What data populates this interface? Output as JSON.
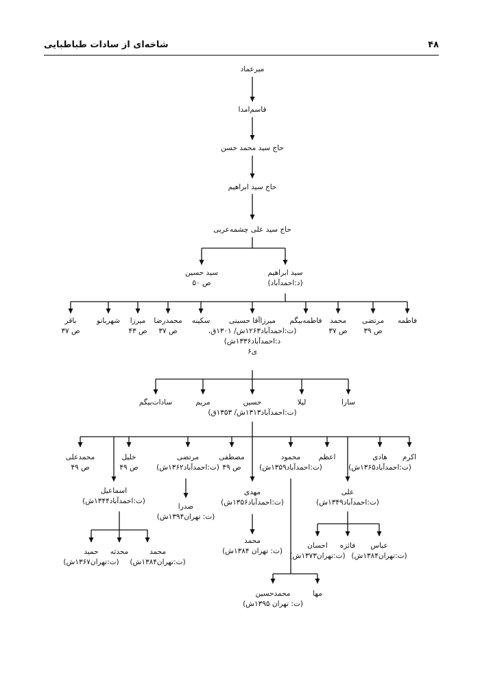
{
  "header": {
    "page_number": "۴۸",
    "title": "شاخه‌ای از سادات طباطبایی"
  },
  "nodes": {
    "mir_emad": {
      "name": "میرعماد"
    },
    "qasem": {
      "name": "قاسم‌امدا"
    },
    "haj_mohammad_hasan": {
      "name": "حاج سید محمد حسن"
    },
    "haj_ebrahim": {
      "name": "حاج سید ابراهیم"
    },
    "haj_ali": {
      "name": "حاج سید علی چشمه‌عربی"
    },
    "seyyed_ebrahim": {
      "name": "سید ابراهیم",
      "detail": "(د:احمدآباد)"
    },
    "seyyed_hosein": {
      "name": "سید حسین",
      "detail": "ص ۵۰"
    },
    "fatemeh": {
      "name": "فاطمه"
    },
    "morteza": {
      "name": "مرتضی",
      "detail": "ص ۳۹"
    },
    "mohammad_g3": {
      "name": "محمد",
      "detail": "ص ۳۷"
    },
    "fatemeh_beygom": {
      "name": "فاطمه‌بیگم"
    },
    "mirza_agha": {
      "name": "میرزاآقا حسینی",
      "detail": "(ت:احمدآباد۱۲۶۳ش/ ۱۳۰۱ق،",
      "detail2": "د:احمدآباد۱۳۳۶ش)",
      "note": "ی۶"
    },
    "sakineh": {
      "name": "سکینه"
    },
    "mohammadreza": {
      "name": "محمدرضا",
      "detail": "ص ۳۷"
    },
    "mirza": {
      "name": "میرزا",
      "detail": "ص ۴۳"
    },
    "shahrbanu": {
      "name": "شهربانو"
    },
    "bagher": {
      "name": "باقر",
      "detail": "ص ۳۷"
    },
    "sara": {
      "name": "سارا"
    },
    "leila": {
      "name": "لیلا"
    },
    "hosein": {
      "name": "حسین",
      "detail": "(ت:احمدآباد۱۳۱۳ش/ ۱۳۵۳ق)"
    },
    "maryam": {
      "name": "مریم"
    },
    "sadat_beygom": {
      "name": "سادات‌بیگم"
    },
    "akram": {
      "name": "اکرم"
    },
    "hadi": {
      "name": "هادی",
      "detail": "(ت:احمدآباد۱۳۶۵ش)"
    },
    "ali": {
      "name": "علی",
      "detail": "(ت:احمدآباد۱۳۴۹ش)"
    },
    "azam": {
      "name": "اعظم"
    },
    "mahmoud": {
      "name": "محمود",
      "detail": "(ت:احمدآباد۱۳۵۹ش)"
    },
    "mahdi": {
      "name": "مهدی",
      "detail": "(ت:احمدآباد۱۳۵۶ش)"
    },
    "mostafa": {
      "name": "مصطفی",
      "detail": "ص ۴۹"
    },
    "morteza_g5": {
      "name": "مرتضی",
      "detail": "(ت:احمدآباد۱۳۶۲ش)"
    },
    "khalil": {
      "name": "خلیل",
      "detail": "ص ۴۹"
    },
    "mohammadali": {
      "name": "محمدعلی",
      "detail": "ص ۴۹"
    },
    "esmaeil": {
      "name": "اسماعیل",
      "detail": "(ت:احمدآباد۱۳۴۴ش)"
    },
    "sadra": {
      "name": "صدرا",
      "detail": "(ت: تهران۱۳۹۴ش)"
    },
    "mohammad_mahdi": {
      "name": "محمد",
      "detail": "(ت: تهران ۱۳۸۴ش)"
    },
    "abbas": {
      "name": "عباس",
      "detail": "(ت:تهران۱۳۸۴ش)"
    },
    "faezeh": {
      "name": "فائزه"
    },
    "ehsan": {
      "name": "احسان",
      "detail": "(ت:تهران۱۳۷۳ش)"
    },
    "mohammad_esmaeil": {
      "name": "محمد",
      "detail": "(ت:تهران۱۳۸۴ش)"
    },
    "mohadeseh": {
      "name": "محدثه"
    },
    "hamid": {
      "name": "حمید",
      "detail": "(ت:تهران۱۳۶۷ش)"
    },
    "maha": {
      "name": "مها"
    },
    "mohammad_hosein": {
      "name": "محمدحسین",
      "detail": "(ت: تهران ۱۳۹۵ش)"
    }
  }
}
